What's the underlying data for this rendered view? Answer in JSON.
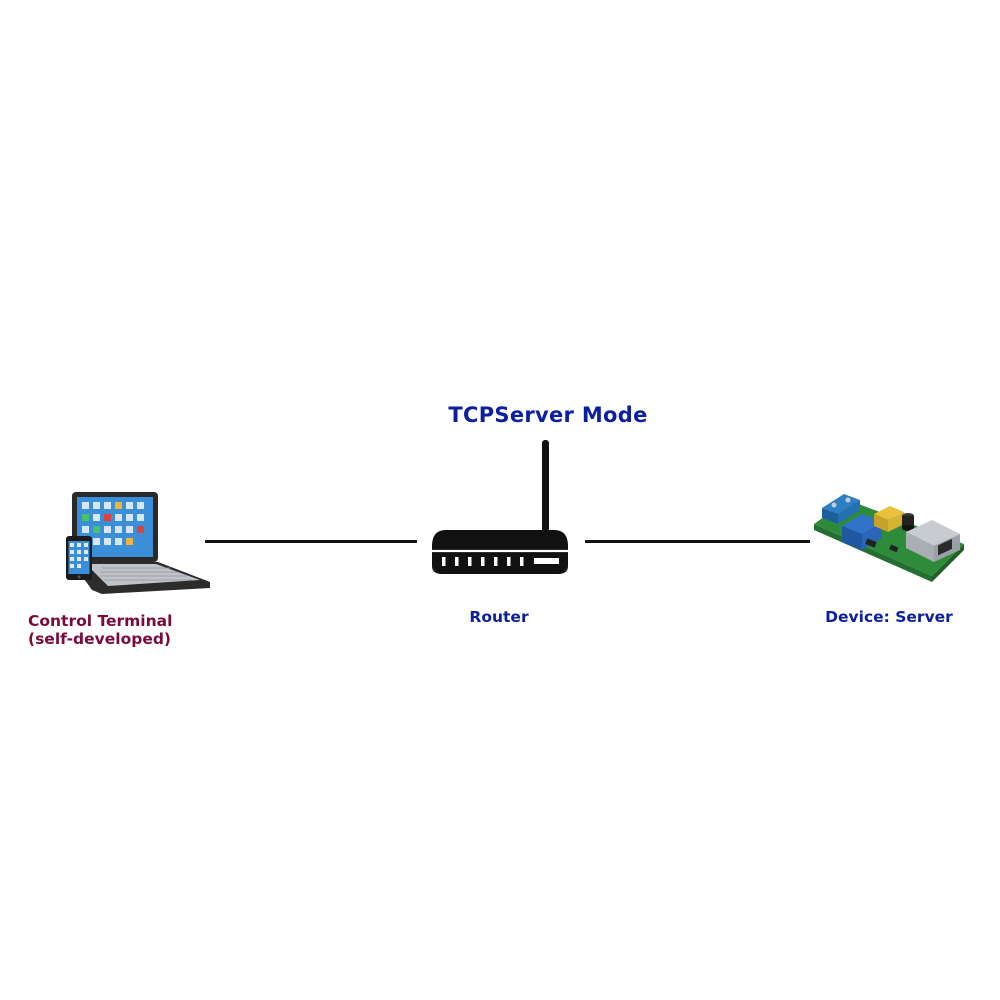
{
  "diagram": {
    "title": "TCPServer Mode",
    "nodes": [
      {
        "id": "terminal",
        "label_lines": [
          "Control Terminal",
          "(self-developed)"
        ],
        "icon": "laptop-phone-icon",
        "label_color": "#7a0a3c"
      },
      {
        "id": "router",
        "label_lines": [
          "Router"
        ],
        "icon": "router-icon",
        "label_color": "#0b1fa0"
      },
      {
        "id": "server",
        "label_lines": [
          "Device: Server"
        ],
        "icon": "relay-board-icon",
        "label_color": "#0b1fa0"
      }
    ],
    "edges": [
      {
        "from": "terminal",
        "to": "router"
      },
      {
        "from": "router",
        "to": "server"
      }
    ]
  },
  "colors": {
    "title": "#0b1fa0",
    "accent": "#0b1fa0",
    "terminal_label": "#7a0a3c",
    "line": "#111111"
  }
}
